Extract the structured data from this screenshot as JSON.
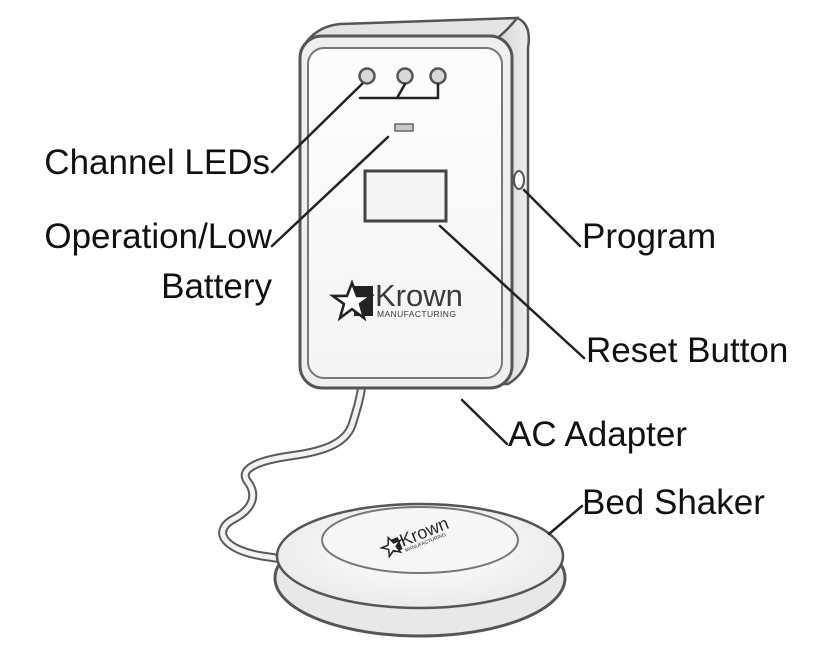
{
  "labels": {
    "channel_leds": "Channel LEDs",
    "operation_line1": "Operation/Low",
    "operation_line2": "Battery",
    "program": "Program",
    "reset_button": "Reset Button",
    "ac_adapter": "AC Adapter",
    "bed_shaker": "Bed Shaker"
  },
  "brand": {
    "name": "Krown",
    "tagline": "MANUFACTURING"
  }
}
